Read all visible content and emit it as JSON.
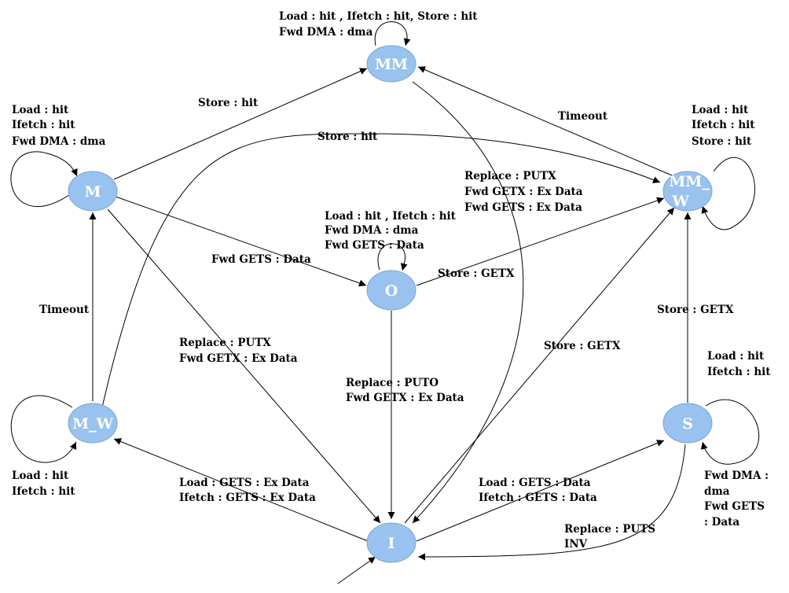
{
  "states": {
    "MM": "MM",
    "M": "M",
    "MM_W_line1": "MM_",
    "MM_W_line2": "W",
    "O": "O",
    "M_W": "M_W",
    "S": "S",
    "I": "I"
  },
  "labels": {
    "mm_self_1": "Load : hit , Ifetch : hit, Store : hit",
    "mm_self_2": "Fwd DMA : dma",
    "m_self_1": "Load  : hit",
    "m_self_2": "Ifetch : hit",
    "m_self_3": "Fwd DMA : dma",
    "m_to_mm": "Store : hit",
    "mw_to_mmw": "Store : hit",
    "mmw_to_mm": "Timeout",
    "mmw_self_1": "Load  : hit",
    "mmw_self_2": "Ifetch : hit",
    "mmw_self_3": "Store  : hit",
    "mm_to_i_1": "Replace  : PUTX",
    "mm_to_i_2": "Fwd GETX : Ex Data",
    "mm_to_i_3": "Fwd GETS  : Ex Data",
    "o_self_1": "Load : hit , Ifetch : hit",
    "o_self_2": "Fwd DMA : dma",
    "o_self_3": "Fwd GETS : Data",
    "m_to_o": "Fwd GETS : Data",
    "o_to_mmw": "Store : GETX",
    "mw_to_m": "Timeout",
    "m_to_i_1": "Replace  : PUTX",
    "m_to_i_2": "Fwd GETX : Ex Data",
    "o_to_i_1": "Replace  : PUTO",
    "o_to_i_2": "Fwd GETX : Ex Data",
    "i_to_mmw": "Store : GETX",
    "s_to_mmw": "Store : GETX",
    "s_self_1": "Load  : hit",
    "s_self_2": "Ifetch : hit",
    "s_self_3": "Fwd DMA :",
    "s_self_4": "dma",
    "s_self_5": "Fwd GETS",
    "s_self_6": ": Data",
    "mw_self_1": "Load  : hit",
    "mw_self_2": "Ifetch : hit",
    "i_to_mw_1": "Load :  GETS : Ex Data",
    "i_to_mw_2": "Ifetch : GETS : Ex Data",
    "i_to_s_1": "Load :  GETS : Data",
    "i_to_s_2": "Ifetch : GETS : Data",
    "s_to_i_1": "Replace  : PUTS",
    "s_to_i_2": "INV"
  }
}
